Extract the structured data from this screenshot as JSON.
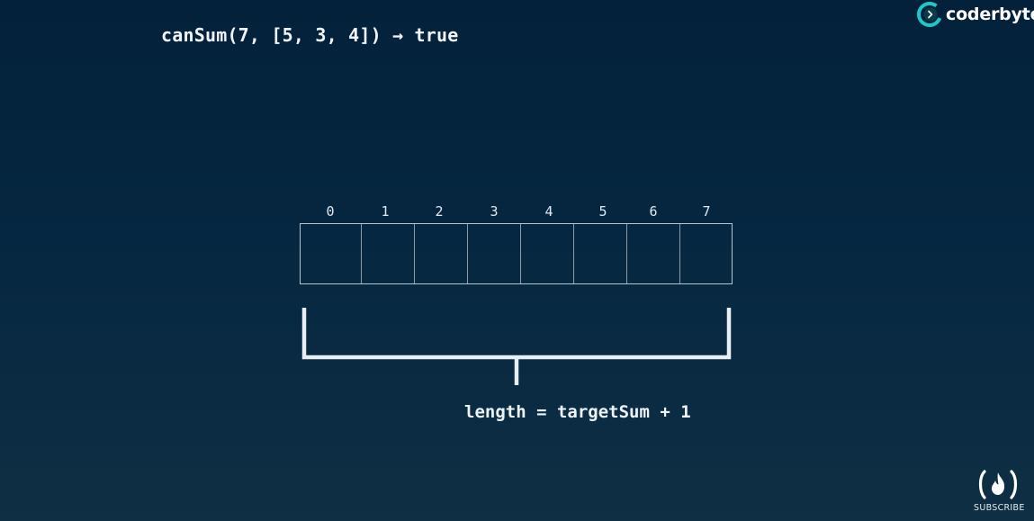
{
  "header": {
    "expression": "canSum(7, [5, 3, 4]) → true"
  },
  "brand": {
    "name": "coderbyte",
    "accent": "#1ec8c8"
  },
  "diagram": {
    "indices": [
      "0",
      "1",
      "2",
      "3",
      "4",
      "5",
      "6",
      "7"
    ],
    "caption": "length = targetSum + 1"
  },
  "overlay": {
    "subscribe_label": "SUBSCRIBE"
  },
  "colors": {
    "background": "#062741",
    "foreground": "#eaf1f7"
  }
}
